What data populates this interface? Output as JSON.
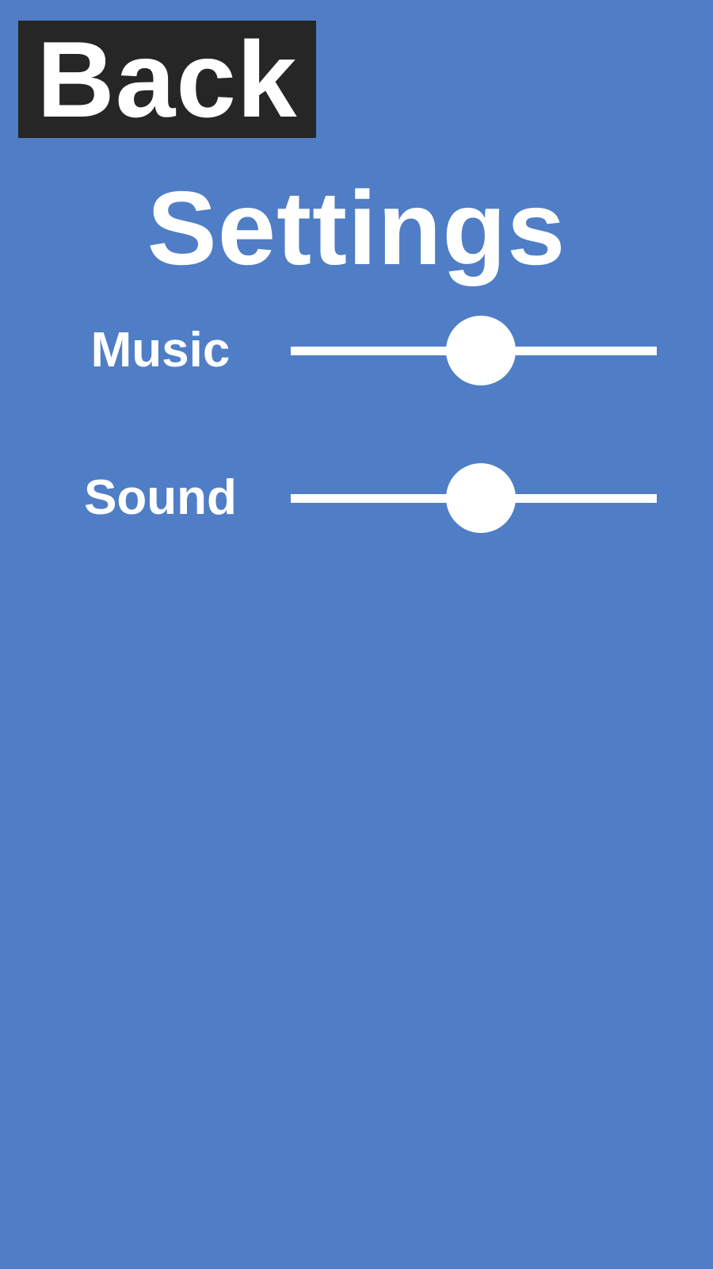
{
  "colors": {
    "background": "#4f7ec6",
    "back_button_bg": "#262626",
    "foreground": "#ffffff"
  },
  "back_button": {
    "label": "Back"
  },
  "title": "Settings",
  "settings": [
    {
      "label": "Music",
      "value": 0.52
    },
    {
      "label": "Sound",
      "value": 0.52
    }
  ]
}
